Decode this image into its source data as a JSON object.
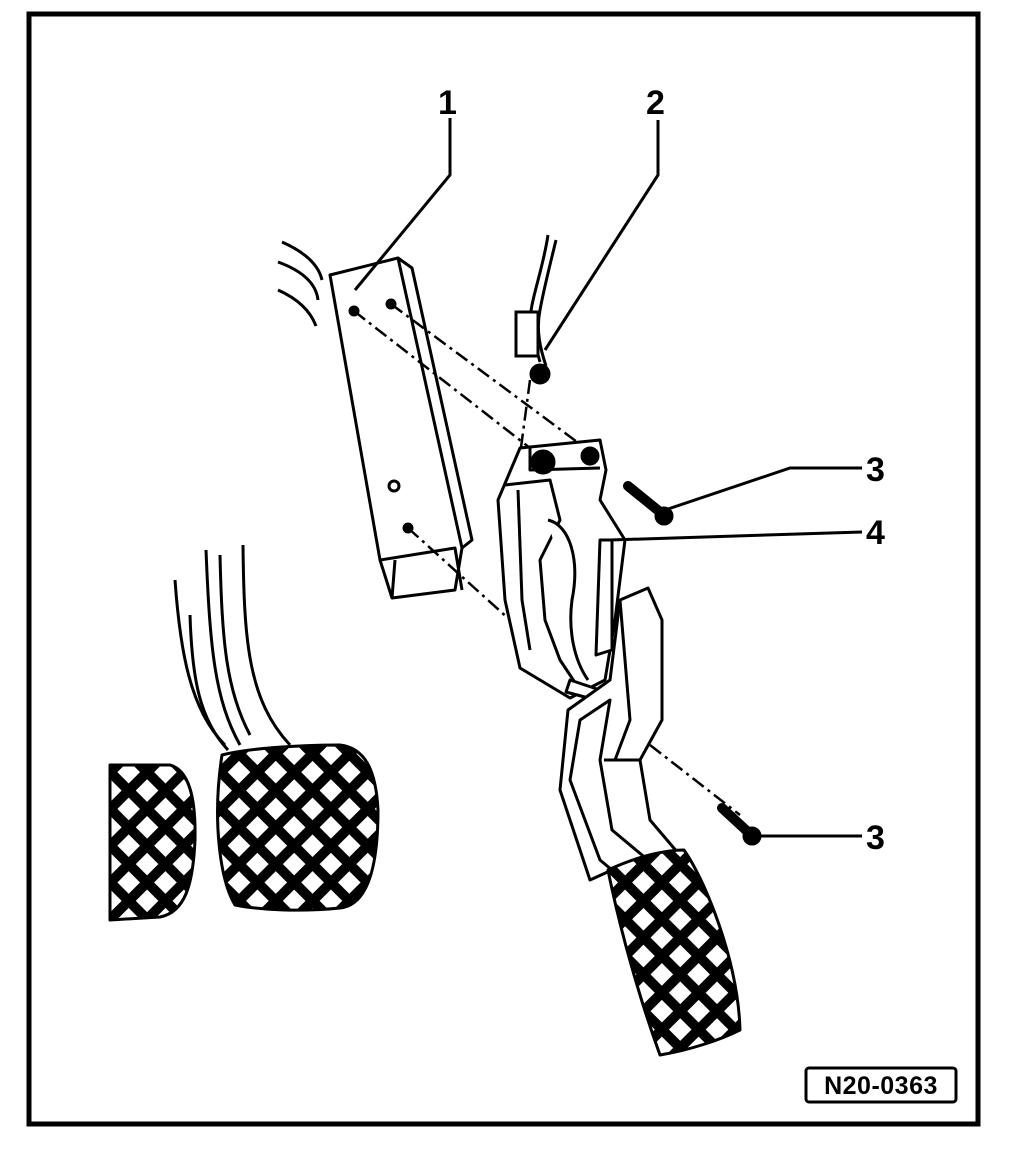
{
  "figure": {
    "callouts": [
      {
        "id": "c1",
        "label": "1"
      },
      {
        "id": "c2",
        "label": "2"
      },
      {
        "id": "c3a",
        "label": "3"
      },
      {
        "id": "c4",
        "label": "4"
      },
      {
        "id": "c3b",
        "label": "3"
      }
    ],
    "reference_code": "N20-0363"
  },
  "colors": {
    "ink": "#000000",
    "paper": "#ffffff"
  }
}
